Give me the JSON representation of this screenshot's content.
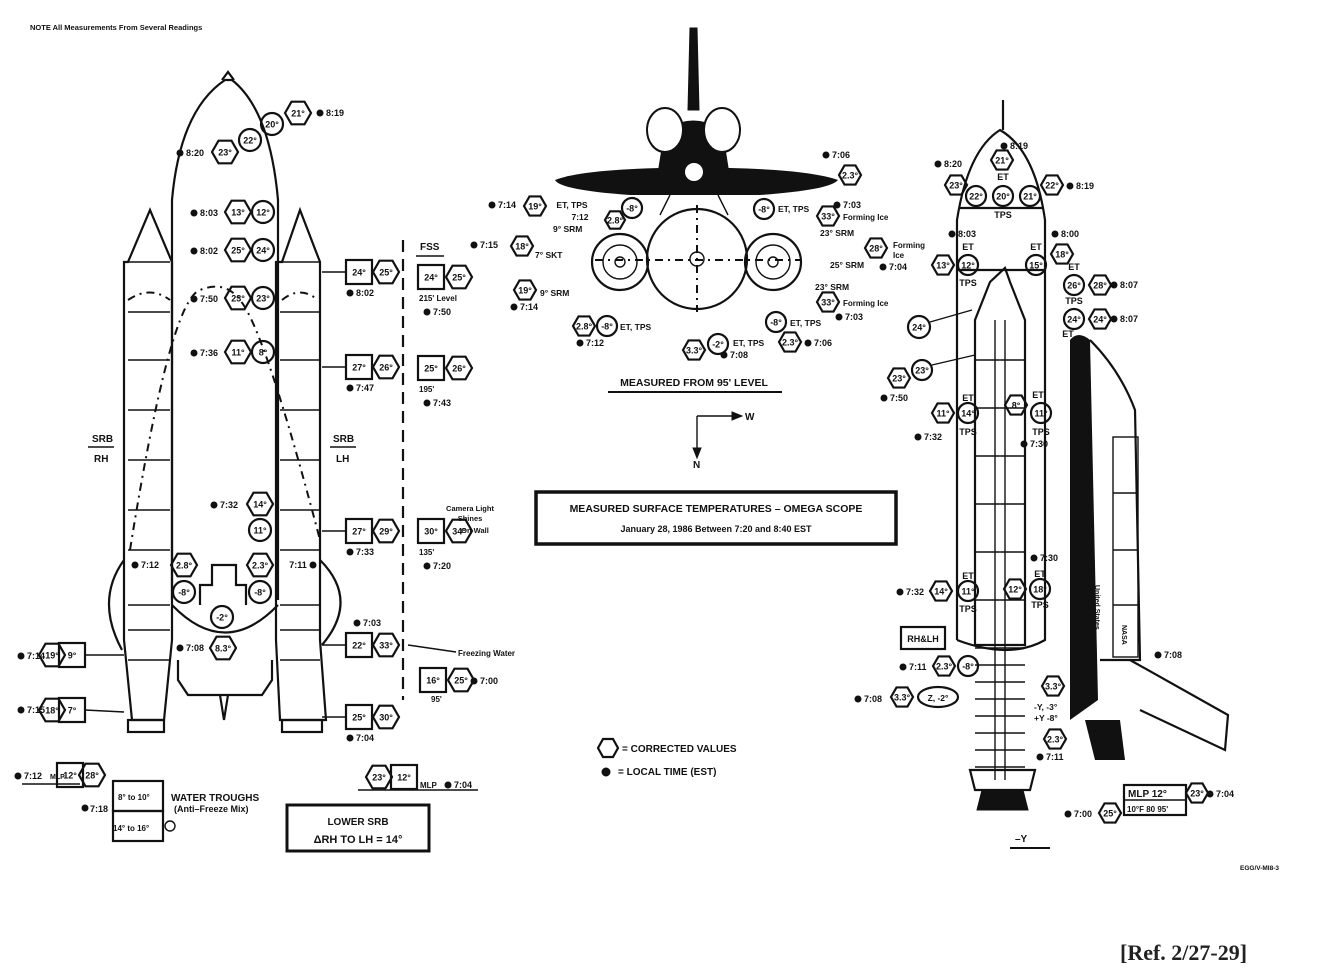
{
  "note": "NOTE  All Measurements From Several Readings",
  "reference": "[Ref. 2/27-29]",
  "drawing_id": "EGG/V-MI8-3",
  "title_box": {
    "title": "MEASURED SURFACE TEMPERATURES – OMEGA SCOPE",
    "subtitle": "January 28, 1986 Between 7:20 and 8:40 EST"
  },
  "legend": {
    "corrected": "= CORRECTED VALUES",
    "local_time": "= LOCAL TIME (EST)"
  },
  "compass": {
    "east_west": "W",
    "north": "N"
  },
  "top_view": {
    "caption": "MEASURED FROM 95' LEVEL",
    "readings": [
      {
        "time": "7:14",
        "hex": "19°"
      },
      {
        "label": "ET, TPS",
        "circle": "-8°",
        "time": "7:12",
        "hex": "2.8°"
      },
      {
        "label": "9° SRM"
      },
      {
        "time": "7:15",
        "hex": "18°",
        "label": "7° SKT"
      },
      {
        "hex": "19°",
        "label": "9° SRM",
        "time": "7:14"
      },
      {
        "hex": "2.8°",
        "circle": "-8°",
        "label": "ET, TPS",
        "time": "7:12"
      },
      {
        "hex": "3.3°",
        "circle": "-2°",
        "label": "ET, TPS",
        "time": "7:08"
      },
      {
        "circle": "-8°",
        "label": "ET, TPS",
        "hex": "2.3°",
        "time": "7:06"
      },
      {
        "circle": "-8°",
        "label": "ET, TPS"
      },
      {
        "time": "7:06",
        "hex": "2.3°"
      },
      {
        "time": "7:03",
        "hex": "33°",
        "label": "Forming Ice"
      },
      {
        "label": "23° SRM"
      },
      {
        "hex": "28°",
        "label": "Forming Ice",
        "time": "7:04"
      },
      {
        "label": "25° SRM"
      },
      {
        "label": "23° SRM"
      },
      {
        "hex": "33°",
        "label": "Forming Ice",
        "time": "7:03"
      }
    ]
  },
  "left_view": {
    "srb_rh": [
      "SRB",
      "RH"
    ],
    "srb_lh": [
      "SRB",
      "LH"
    ],
    "fss_label": "FSS",
    "et_readings": [
      {
        "time": "8:19",
        "hex": "21°",
        "circle": "20°"
      },
      {
        "time": "8:20",
        "hex": "23°",
        "circle": "22°"
      },
      {
        "time": "8:03",
        "hex": "13°",
        "circle": "12°"
      },
      {
        "time": "8:02",
        "hex": "25°",
        "circle": "24°"
      },
      {
        "time": "7:50",
        "hex": "23°",
        "circle": "23°"
      },
      {
        "time": "7:36",
        "hex": "11°",
        "circle": "8°"
      },
      {
        "time": "7:32",
        "hex": "14°",
        "circle": "11°"
      },
      {
        "time": "7:12",
        "hex": "2.8°",
        "circle": "-8°"
      },
      {
        "time": "7:11",
        "hex": "2.3°",
        "circle": "-8°"
      },
      {
        "circle": "-2°",
        "time": "7:08",
        "hex": "8.3°"
      }
    ],
    "lh_srb_readings": [
      {
        "box": "24°",
        "hex": "25°",
        "time": "8:02"
      },
      {
        "box": "27°",
        "hex": "26°",
        "time": "7:47"
      },
      {
        "box": "27°",
        "hex": "29°",
        "time": "7:33"
      },
      {
        "box": "22°",
        "hex": "33°",
        "time": "7:03"
      },
      {
        "box": "25°",
        "hex": "30°",
        "time": "7:04"
      }
    ],
    "fss_readings": [
      {
        "box": "24°",
        "hex": "25°",
        "level": "215' Level",
        "time": "7:50"
      },
      {
        "box": "25°",
        "hex": "26°",
        "level": "195'",
        "time": "7:43"
      },
      {
        "box": "30°",
        "hex": "34°",
        "level": "135'",
        "time": "7:20",
        "note": "Camera Light Shines On Wall"
      },
      {
        "box": "16°",
        "hex": "25°",
        "level": "95'",
        "time": "7:00",
        "note": "Freezing Water"
      }
    ],
    "rh_srb_readings": [
      {
        "time": "7:14",
        "hex": "19°",
        "box": "9°"
      },
      {
        "time": "7:15",
        "hex": "18°",
        "box": "7°"
      },
      {
        "time": "7:12",
        "label": "MLP",
        "box": "12°",
        "hex": "28°"
      }
    ],
    "mlp_reading": {
      "hex": "23°",
      "box": "12°",
      "label": "MLP",
      "time": "7:04"
    },
    "water_troughs": {
      "title": "WATER TROUGHS",
      "subtitle": "(Anti–Freeze Mix)",
      "time": "7:18",
      "ranges": [
        "8° to 10°",
        "14° to 16°"
      ]
    },
    "lower_srb_box": {
      "line1": "LOWER SRB",
      "line2": "ΔRH TO LH = 14°"
    }
  },
  "right_view": {
    "axis_label": "–Y",
    "readings": [
      {
        "time": "8:19",
        "hex": "21°"
      },
      {
        "time": "8:20",
        "hex": "23°"
      },
      {
        "label": "ET",
        "circles": [
          "22°",
          "20°",
          "21°"
        ],
        "sub": "TPS"
      },
      {
        "hex": "22°",
        "time": "8:19"
      },
      {
        "time": "8:03",
        "hex": "13°",
        "circle": "12°",
        "label": "ET",
        "sub": "TPS"
      },
      {
        "time": "8:00",
        "circle": "15°",
        "hex": "18°",
        "label": "ET",
        "sub": "TPS"
      },
      {
        "circle": "26°",
        "hex": "28°",
        "time": "8:07",
        "label": "ET",
        "sub": "TPS"
      },
      {
        "circle": "24°",
        "hex": "24°",
        "time": "8:07",
        "label": "ET"
      },
      {
        "circle": "24°"
      },
      {
        "hex": "23°",
        "circle": "23°",
        "time": "7:50"
      },
      {
        "hex": "11°",
        "circle": "14°",
        "label": "ET",
        "sub": "TPS",
        "time": "7:32"
      },
      {
        "hex": "8°",
        "circle": "11°",
        "label": "ET",
        "sub": "TPS",
        "time": "7:30"
      },
      {
        "time": "7:32",
        "hex": "14°",
        "circle": "11°",
        "label": "ET",
        "sub": "TPS"
      },
      {
        "hex": "12°",
        "circle": "18°",
        "label": "ET",
        "sub": "TPS",
        "time": "7:30"
      },
      {
        "box": "RH&LH",
        "time": "7:11",
        "hex": "2.3°",
        "circle": "-8°"
      },
      {
        "time": "7:08",
        "hex": "3.3°",
        "oval": "Z, -2°"
      },
      {
        "hex": "3.3°",
        "labels": [
          "-Y, -3°",
          "+Y -8°"
        ]
      },
      {
        "hex": "2.3°",
        "time": "7:11"
      },
      {
        "time": "7:08"
      },
      {
        "box_lines": [
          "MLP 12°",
          "10°F 80 95'"
        ],
        "hex": "23°",
        "time": "7:04"
      },
      {
        "time": "7:00",
        "hex": "25°"
      }
    ],
    "orbiter_text": [
      "United States",
      "NASA"
    ]
  }
}
